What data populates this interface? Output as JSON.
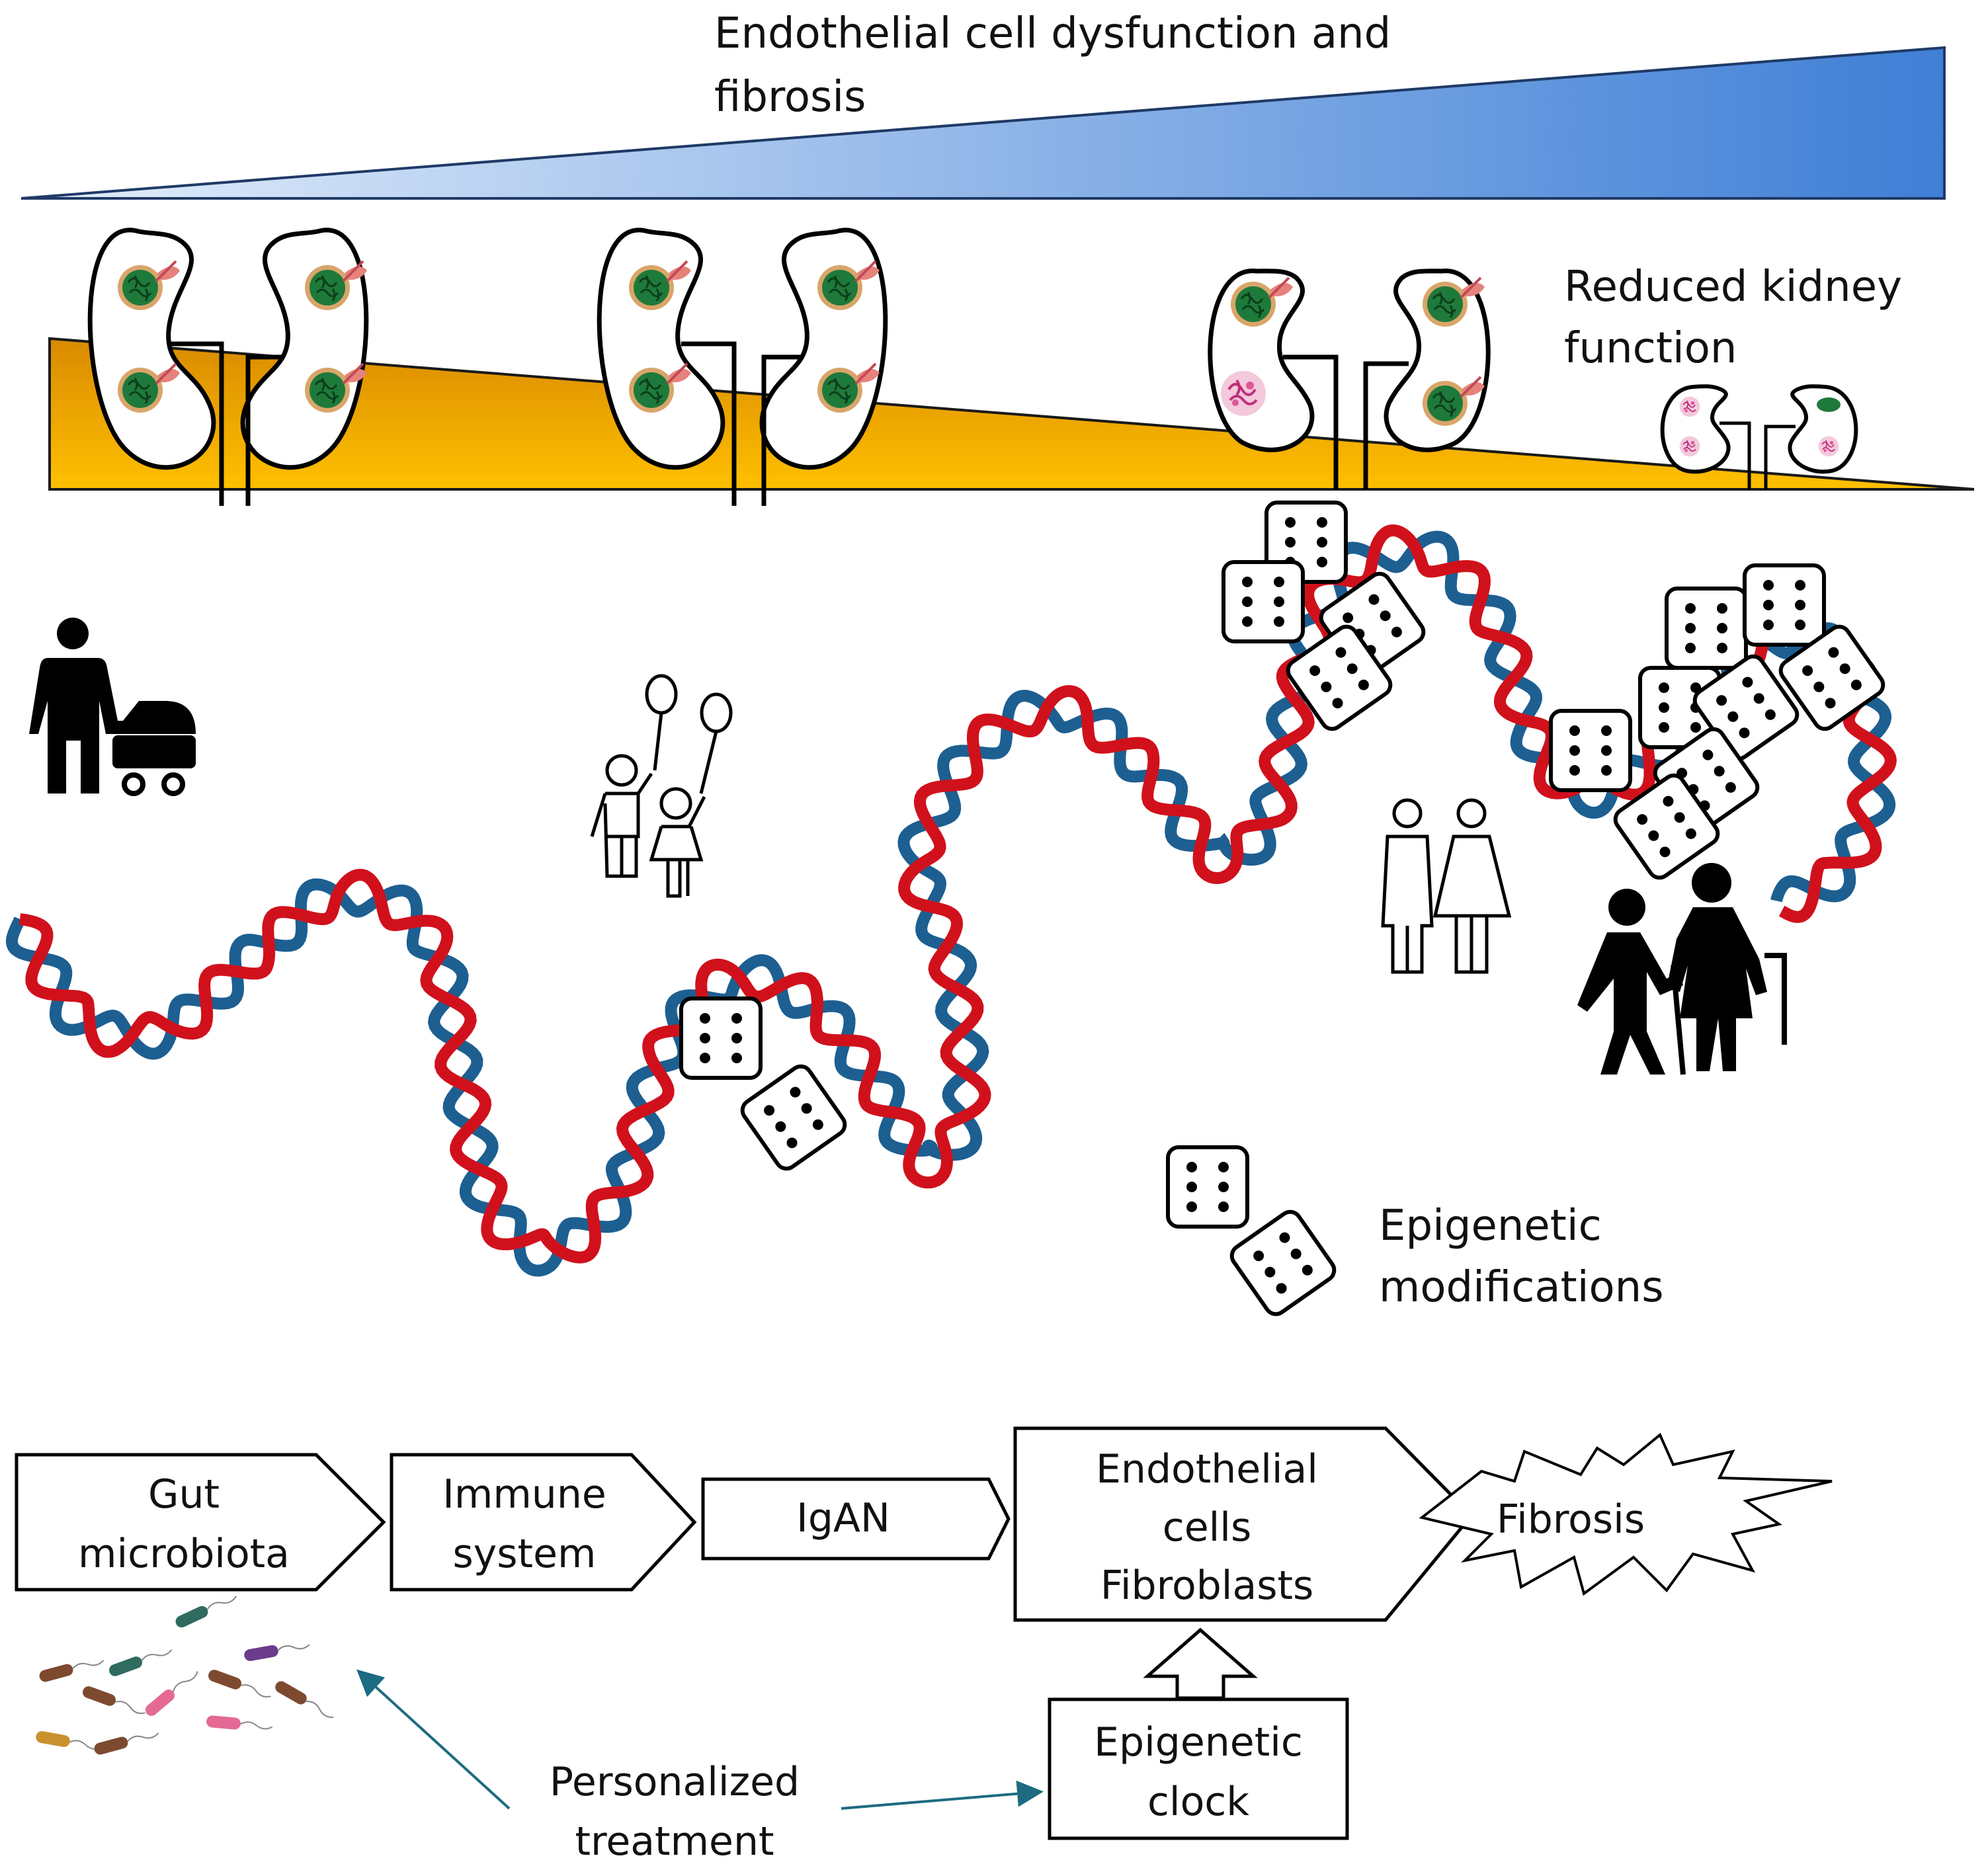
{
  "top_labels": {
    "endothelial_line1": "Endothelial cell dysfunction and",
    "endothelial_line2": "fibrosis",
    "kidney_line1": "Reduced kidney",
    "kidney_line2": "function"
  },
  "legend": {
    "epigenetic_line1": "Epigenetic",
    "epigenetic_line2": "modifications"
  },
  "flow": {
    "gut_line1": "Gut",
    "gut_line2": "microbiota",
    "immune_line1": "Immune",
    "immune_line2": "system",
    "igan": "IgAN",
    "endo_line1": "Endothelial",
    "endo_line2": "cells",
    "endo_line3": "Fibroblasts",
    "fibrosis": "Fibrosis",
    "clock_line1": "Epigenetic",
    "clock_line2": "clock",
    "treatment_line1": "Personalized",
    "treatment_line2": "treatment"
  },
  "colors": {
    "wedge_blue_light": "#e4eefb",
    "wedge_blue_dark": "#3f7fd6",
    "wedge_orange_dark": "#d98a00",
    "wedge_orange_light": "#ffc000",
    "dna_red": "#d0111c",
    "dna_blue": "#1d5f91",
    "treatment_arrow": "#1d6b80"
  },
  "icons": {
    "kidney": "kidney-icon",
    "glomerulus": "glomerulus-icon",
    "parent": "parent-with-stroller-icon",
    "children": "children-with-balloons-icon",
    "adults": "adult-couple-icon",
    "elderly": "elderly-couple-icon",
    "dice": "dice-icon",
    "bacteria": "bacteria-icon"
  }
}
